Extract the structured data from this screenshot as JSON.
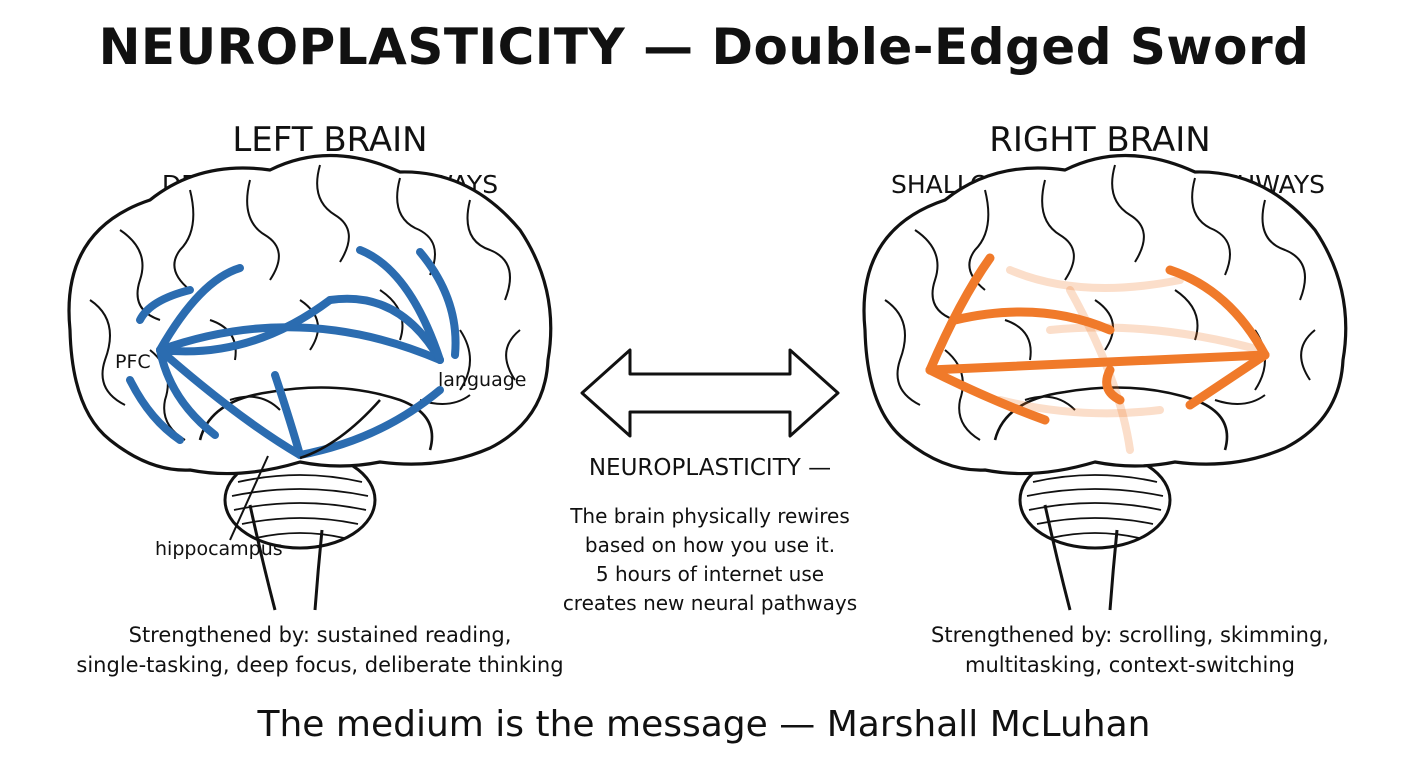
{
  "title": "NEUROPLASTICITY — Double-Edged Sword",
  "left_brain": {
    "heading": "LEFT BRAIN",
    "subheading": "DEEP THINKING PATHWAYS",
    "labels": {
      "pfc": "PFC",
      "language": "language",
      "hippocampus": "hippocampus"
    },
    "caption_line1": "Strengthened by: sustained reading,",
    "caption_line2": "single-tasking, deep focus, deliberate thinking",
    "pathway_color": "#2b6cb0"
  },
  "right_brain": {
    "heading": "RIGHT BRAIN",
    "subheading": "SHALLOW PROCESSING PATHWAYS",
    "caption_line1": "Strengthened by: scrolling, skimming,",
    "caption_line2": "multitasking, context-switching",
    "pathway_color": "#f07a2a"
  },
  "center": {
    "heading": "NEUROPLASTICITY —",
    "line1": "The brain physically rewires",
    "line2": "based on how you use it.",
    "line3": "5 hours of internet use",
    "line4": "creates new neural pathways"
  },
  "quote": "The medium is the message — Marshall McLuhan",
  "icons": {
    "double_arrow": "double-headed-arrow-icon",
    "left_brain": "brain-illustration",
    "right_brain": "brain-illustration"
  }
}
